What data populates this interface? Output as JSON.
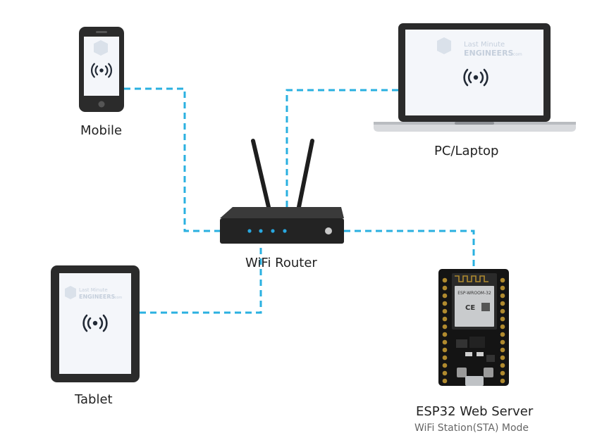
{
  "colors": {
    "link": "#2ab0e0",
    "device_body": "#2b2b2b",
    "screen": "#f4f6fa",
    "router_led": "#29a8e0",
    "wifi_symbol": "#222a36",
    "watermark": "#c5cfdc"
  },
  "icons": {
    "wifi_symbol": "wifi-signal-icon",
    "watermark_logo": "last-minute-engineers-logo"
  },
  "watermark": {
    "line1": "Last Minute",
    "line2": "ENGINEERS",
    "suffix": ".com"
  },
  "labels": {
    "mobile": "Mobile",
    "laptop": "PC/Laptop",
    "router": "WiFi Router",
    "tablet": "Tablet",
    "esp32_title": "ESP32 Web Server",
    "esp32_subtitle": "WiFi Station(STA) Mode"
  },
  "module": {
    "chip_label": "ESP-WROOM-32",
    "marks": "CE"
  }
}
